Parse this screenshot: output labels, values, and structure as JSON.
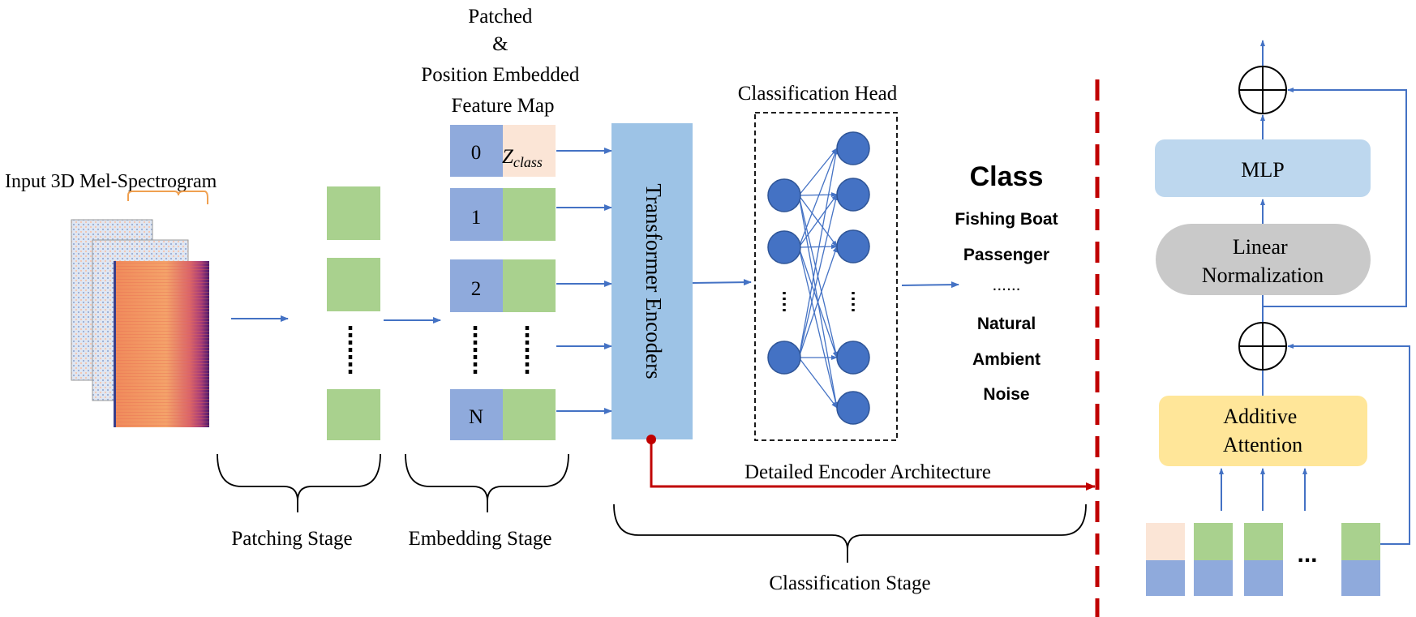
{
  "labels": {
    "input_title": "Input 3D Mel-Spectrogram",
    "feature_map_title": [
      "Patched",
      "&",
      "Position Embedded",
      "Feature Map"
    ],
    "classification_head": "Classification Head",
    "transformer": "Transformer Encoders",
    "class_heading": "Class",
    "classes": [
      "Fishing Boat",
      "Passenger",
      "......",
      "Natural",
      "Ambient",
      "Noise"
    ],
    "detailed_arch": "Detailed Encoder Architecture",
    "patching_stage": "Patching Stage",
    "embedding_stage": "Embedding Stage",
    "classification_stage": "Classification Stage",
    "mlp": "MLP",
    "linear_norm": [
      "Linear",
      "Normalization"
    ],
    "additive_attention": [
      "Additive",
      "Attention"
    ],
    "ellipsis": "...",
    "z_class_base": "Z",
    "z_class_sub": "class"
  },
  "embedding_indices": [
    "0",
    "1",
    "2",
    "N"
  ],
  "colors": {
    "arrow": "#4472c4",
    "patch_green": "#a9d18e",
    "index_blue": "#8faadc",
    "class_token": "#fbe5d6",
    "transformer": "#9dc3e6",
    "node": "#4472c4",
    "mlp": "#bdd7ee",
    "norm": "#c9c9c9",
    "attention": "#ffe699",
    "red": "#c00000"
  }
}
